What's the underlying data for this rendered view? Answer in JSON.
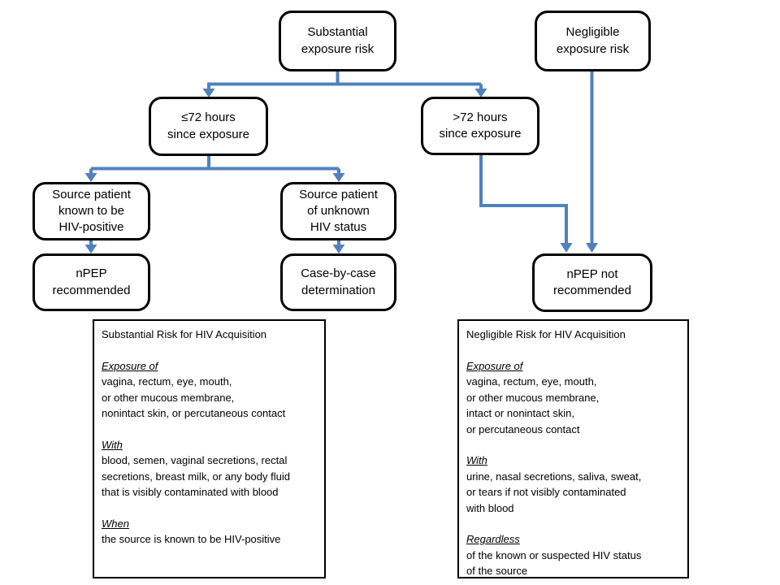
{
  "colors": {
    "connector_blue": "#4f81bd",
    "box_border": "#000000",
    "text_color": "#000000",
    "background": "#ffffff"
  },
  "nodes": {
    "substantial": {
      "label": "Substantial\nexposure risk"
    },
    "negligible": {
      "label": "Negligible\nexposure risk"
    },
    "le72": {
      "label": "≤72 hours\nsince exposure"
    },
    "gt72": {
      "label": ">72 hours\nsince exposure"
    },
    "source_known": {
      "label": "Source patient\nknown to be\nHIV-positive"
    },
    "source_unknown": {
      "label": "Source patient\nof unknown\nHIV status"
    },
    "npep_recommended": {
      "label": "nPEP\nrecommended"
    },
    "case_by_case": {
      "label": "Case-by-case\ndetermination"
    },
    "npep_not_recommended": {
      "label": "nPEP not\nrecommended"
    }
  },
  "panels": {
    "left": {
      "title": "Substantial Risk for HIV Acquisition",
      "sections": [
        {
          "heading": "Exposure of",
          "body": "vagina, rectum, eye, mouth,\nor other mucous membrane,\nnonintact skin, or percutaneous contact"
        },
        {
          "heading": "With",
          "body": "blood, semen, vaginal secretions, rectal\nsecretions, breast milk, or any body fluid\nthat is visibly contaminated with blood"
        },
        {
          "heading": "When",
          "body": "the source is known to be HIV-positive"
        }
      ]
    },
    "right": {
      "title": "Negligible Risk for HIV Acquisition",
      "sections": [
        {
          "heading": "Exposure of",
          "body": "vagina, rectum, eye, mouth,\nor other mucous membrane,\nintact or nonintact skin,\nor percutaneous contact"
        },
        {
          "heading": "With",
          "body": "urine, nasal secretions, saliva, sweat,\nor tears if not visibly contaminated\nwith blood"
        },
        {
          "heading": "Regardless",
          "body": "of the known or suspected HIV status\nof the source"
        }
      ]
    }
  }
}
